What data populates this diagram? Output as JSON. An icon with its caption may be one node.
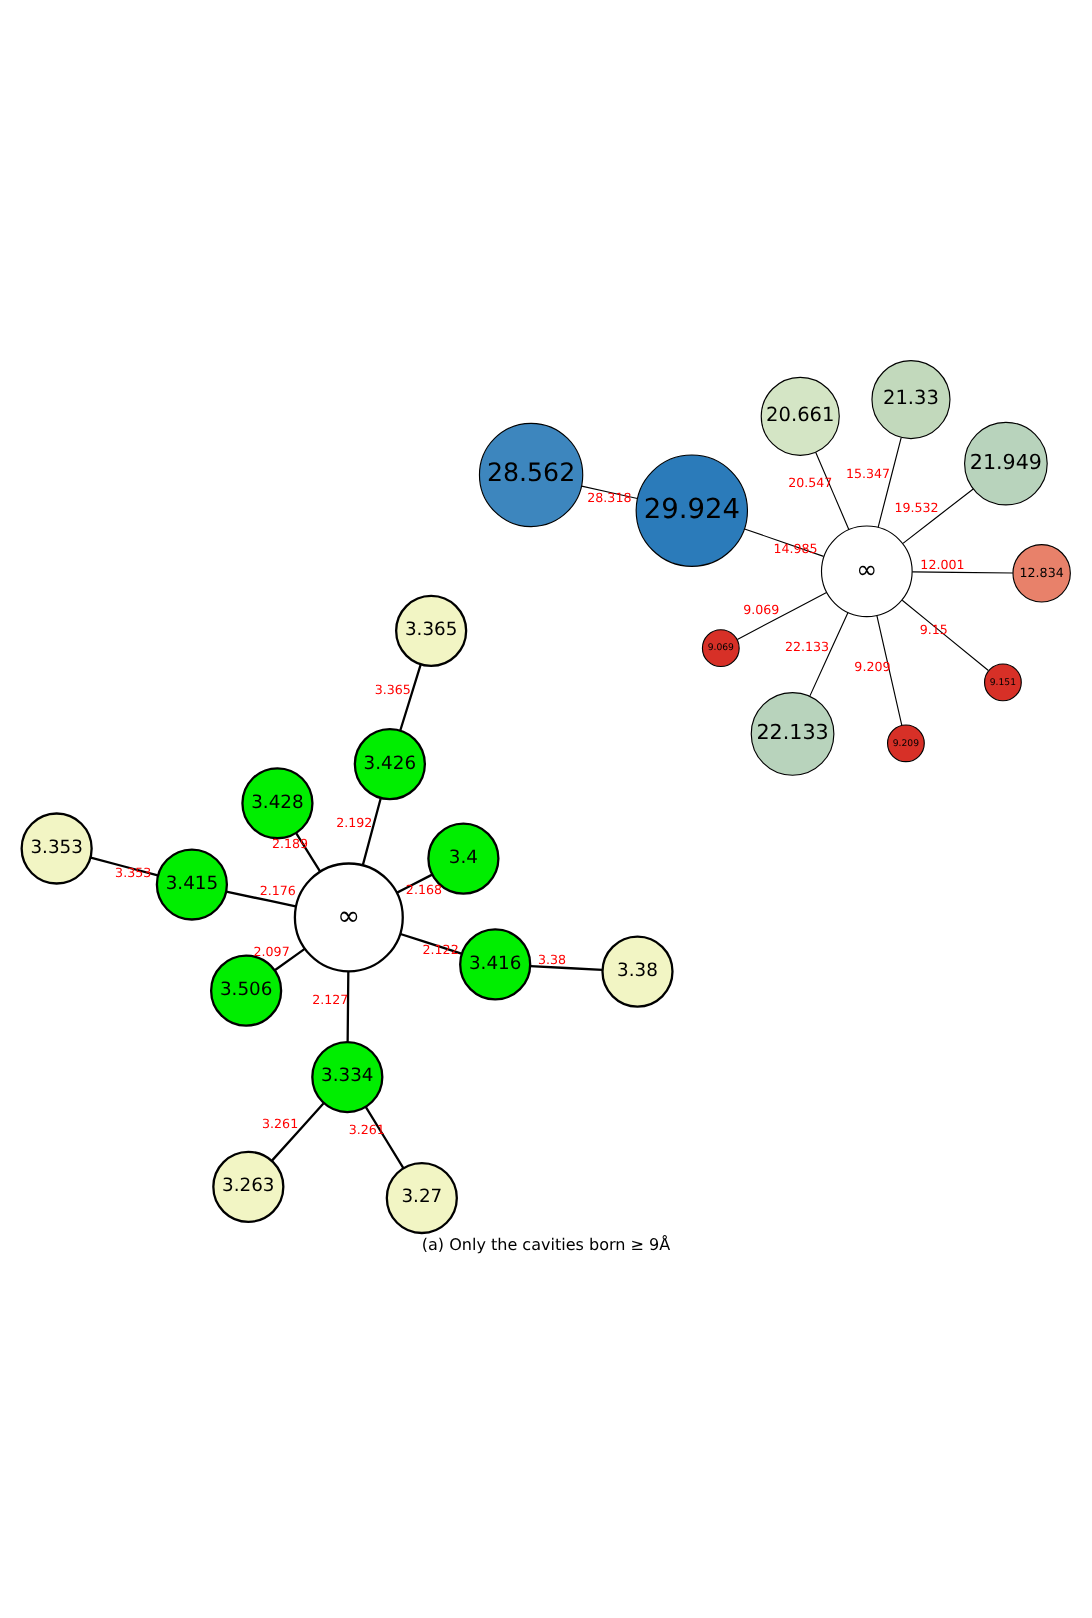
{
  "diagram": {
    "caption": "(a) Only the cavities born ≥ 9Å",
    "nodes": [
      {
        "text": [
          "∞"
        ]
      },
      {
        "text": [
          "21.949"
        ]
      },
      {
        "text": [
          "22.133"
        ]
      },
      {
        "text": [
          "29.924"
        ]
      },
      {
        "text": [
          "21.33"
        ]
      },
      {
        "text": [
          "20.661"
        ]
      },
      {
        "text": [
          "28.562"
        ]
      },
      {
        "text": [
          "12.834"
        ]
      },
      {
        "text": [
          "9.069"
        ]
      },
      {
        "text": [
          "9.151"
        ]
      },
      {
        "text": [
          "9.209"
        ]
      },
      {
        "text": [
          "∞"
        ]
      },
      {
        "text": [
          "3.4"
        ]
      },
      {
        "text": [
          "3.506"
        ]
      },
      {
        "text": [
          "3.428"
        ]
      },
      {
        "text": [
          "3.365"
        ]
      },
      {
        "text": [
          "3.426"
        ]
      },
      {
        "text": [
          "3.263"
        ]
      },
      {
        "text": [
          "3.334"
        ]
      },
      {
        "text": [
          "3.27"
        ]
      },
      {
        "text": [
          "3.416"
        ]
      },
      {
        "text": [
          "3.415"
        ]
      },
      {
        "text": [
          "3.353"
        ]
      },
      {
        "text": [
          "3.38"
        ]
      }
    ],
    "edges": [
      {
        "from": 0,
        "to": 4,
        "arrow": "none",
        "label": "15.347"
      },
      {
        "from": 0,
        "to": 1,
        "arrow": "none",
        "label": "19.532"
      },
      {
        "from": 0,
        "to": 2,
        "arrow": "none",
        "label": "22.133"
      },
      {
        "from": 0,
        "to": 3,
        "arrow": "none",
        "label": "14.985"
      },
      {
        "from": 3,
        "to": 6,
        "arrow": "none",
        "label": "28.318"
      },
      {
        "from": 0,
        "to": 5,
        "arrow": "none",
        "label": "20.547"
      },
      {
        "from": 0,
        "to": 7,
        "arrow": "none",
        "label": "12.001"
      },
      {
        "from": 0,
        "to": 8,
        "arrow": "none",
        "label": "9.069"
      },
      {
        "from": 0,
        "to": 9,
        "arrow": "none",
        "label": "9.15"
      },
      {
        "from": 0,
        "to": 10,
        "arrow": "none",
        "label": "9.209"
      },
      {
        "from": 11,
        "to": 12,
        "arrow": "none",
        "label": "2.168"
      },
      {
        "from": 11,
        "to": 13,
        "arrow": "none",
        "label": "2.097"
      },
      {
        "from": 11,
        "to": 14,
        "arrow": "none",
        "label": "2.189"
      },
      {
        "from": 11,
        "to": 16,
        "arrow": "none",
        "label": "2.192"
      },
      {
        "from": 11,
        "to": 18,
        "arrow": "none",
        "label": "2.127"
      },
      {
        "from": 11,
        "to": 20,
        "arrow": "none",
        "label": "2.122"
      },
      {
        "from": 11,
        "to": 21,
        "arrow": "none",
        "label": "2.176"
      },
      {
        "from": 16,
        "to": 15,
        "arrow": "none",
        "label": "3.365"
      },
      {
        "from": 18,
        "to": 17,
        "arrow": "none",
        "label": "3.261"
      },
      {
        "from": 18,
        "to": 19,
        "arrow": "none",
        "label": "3.261"
      },
      {
        "from": 20,
        "to": 23,
        "arrow": "none",
        "label": "3.38"
      },
      {
        "from": 21,
        "to": 22,
        "arrow": "none",
        "label": "3.353"
      }
    ]
  }
}
